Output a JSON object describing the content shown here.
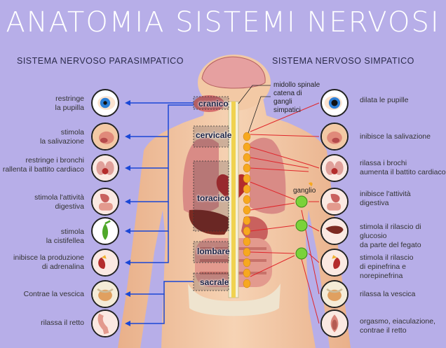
{
  "title": "ANATOMIA SISTEMI NERVOSI",
  "parasympathetic_heading": "SISTEMA NERVOSO PARASIMPATICO",
  "sympathetic_heading": "SISTEMA NERVOSO SIMPATICO",
  "spine_labels": {
    "spinal_cord": "midollo spinale",
    "chain_1": "catena di",
    "chain_2": "gangli",
    "chain_3": "simpatici",
    "ganglion": "ganglio"
  },
  "segments": {
    "cranial": "cranico",
    "cervical": "cervicale",
    "thoracic": "toracico",
    "lumbar": "lombare",
    "sacral": "sacrale"
  },
  "left_effects": [
    {
      "line1": "restringe",
      "line2": "la pupilla",
      "icon": "eye-icon"
    },
    {
      "line1": "stimola",
      "line2": "la salivazione",
      "icon": "salivary-gland-icon"
    },
    {
      "line1": "restringe i bronchi",
      "line2": "rallenta il battito cardiaco",
      "icon": "lungs-heart-icon"
    },
    {
      "line1": "stimola l'attività",
      "line2": "digestiva",
      "icon": "stomach-intestine-icon"
    },
    {
      "line1": "stimola",
      "line2": "la cistifellea",
      "icon": "gallbladder-icon"
    },
    {
      "line1": "inibisce la produzione",
      "line2": "di adrenalina",
      "icon": "kidney-adrenal-icon"
    },
    {
      "line1": "Contrae la vescica",
      "line2": "",
      "icon": "bladder-icon"
    },
    {
      "line1": "rilassa il retto",
      "line2": "",
      "icon": "rectum-icon"
    }
  ],
  "right_effects": [
    {
      "line1": "dilata le pupille",
      "line2": "",
      "icon": "eye-icon"
    },
    {
      "line1": "inibisce la salivazione",
      "line2": "",
      "icon": "salivary-gland-icon"
    },
    {
      "line1": "rilassa i brochi",
      "line2": "aumenta il battito cardiaco",
      "icon": "lungs-heart-icon"
    },
    {
      "line1": "inibisce l'attività",
      "line2": "digestiva",
      "icon": "stomach-intestine-icon"
    },
    {
      "line1": "stimola il rilascio di glucosio",
      "line2": "da parte del fegato",
      "icon": "liver-icon"
    },
    {
      "line1": "stimola il rilascio",
      "line2": "di epinefrina e norepinefrina",
      "icon": "kidney-adrenal-icon"
    },
    {
      "line1": "rilassa la vescica",
      "line2": "",
      "icon": "bladder-icon"
    },
    {
      "line1": "orgasmo, eiaculazione,",
      "line2": "contrae il retto",
      "icon": "reproductive-icon"
    }
  ],
  "colors": {
    "background": "#b7aee8",
    "parasympathetic": "#1a47d6",
    "sympathetic": "#e0252a",
    "ganglion": "#7ad23a",
    "skin": "#f3c9a5"
  }
}
